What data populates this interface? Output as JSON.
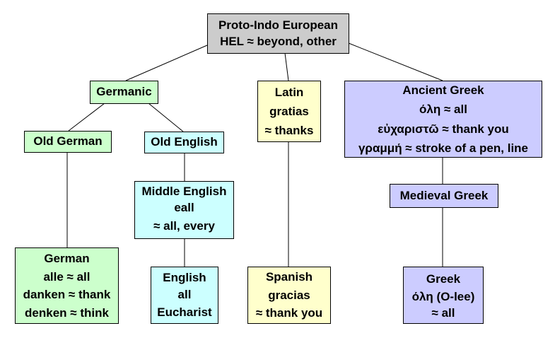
{
  "diagram": {
    "type": "language-etymology-tree",
    "colors": {
      "root": "#cccccc",
      "germanic": "#ccffcc",
      "english": "#ccffff",
      "latin": "#ffffcc",
      "greek": "#ccccff",
      "border": "#000000"
    },
    "nodes": {
      "pie": {
        "lines": [
          "Proto-Indo European",
          "HEL ≈ beyond, other"
        ]
      },
      "germanic": {
        "lines": [
          "Germanic"
        ]
      },
      "latin": {
        "lines": [
          "Latin",
          "gratias",
          "≈ thanks"
        ]
      },
      "ancient_greek": {
        "lines": [
          "Ancient Greek",
          "όλη ≈ all",
          "εὐχαριστῶ ≈ thank you",
          "γραμμή ≈ stroke of a pen, line"
        ]
      },
      "old_german": {
        "lines": [
          "Old German"
        ]
      },
      "old_english": {
        "lines": [
          "Old English"
        ]
      },
      "middle_english": {
        "lines": [
          "Middle English",
          "eall",
          "≈ all, every"
        ]
      },
      "medieval_greek": {
        "lines": [
          "Medieval Greek"
        ]
      },
      "german": {
        "lines": [
          "German",
          "alle ≈ all",
          "danken ≈ thank",
          "denken ≈ think"
        ]
      },
      "english": {
        "lines": [
          "English",
          "all",
          "Eucharist"
        ]
      },
      "spanish": {
        "lines": [
          "Spanish",
          "gracias",
          "≈ thank you"
        ]
      },
      "greek": {
        "lines": [
          "Greek",
          "όλη (O-lee)",
          "≈ all"
        ]
      }
    },
    "edges": [
      [
        "pie",
        "germanic"
      ],
      [
        "pie",
        "latin"
      ],
      [
        "pie",
        "ancient_greek"
      ],
      [
        "germanic",
        "old_german"
      ],
      [
        "germanic",
        "old_english"
      ],
      [
        "old_german",
        "german"
      ],
      [
        "old_english",
        "middle_english"
      ],
      [
        "middle_english",
        "english"
      ],
      [
        "latin",
        "spanish"
      ],
      [
        "ancient_greek",
        "medieval_greek"
      ],
      [
        "medieval_greek",
        "greek"
      ]
    ]
  }
}
